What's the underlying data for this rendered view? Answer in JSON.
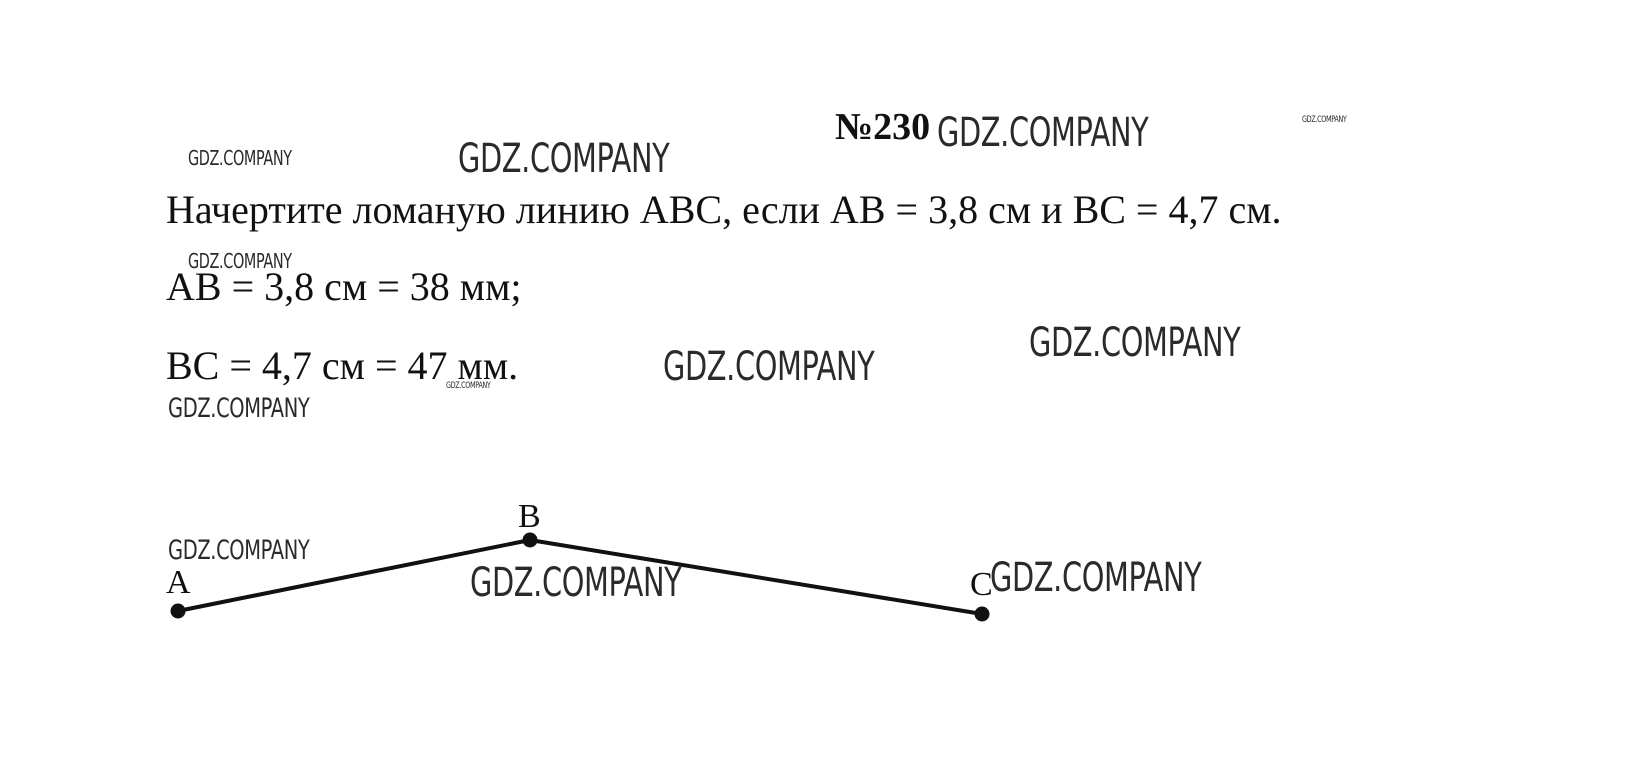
{
  "problem": {
    "number": "№230",
    "task": "Начертите ломаную линию ABC, если AB = 3,8 см и BC = 4,7 см.",
    "ab_line": "AB = 3,8 см = 38 мм;",
    "bc_line": "BC = 4,7 см  = 47 мм."
  },
  "figure": {
    "point_a": "A",
    "point_b": "B",
    "point_c": "C",
    "ab_length_mm": 38,
    "bc_length_mm": 47
  },
  "watermark": {
    "text": "GDZ.COMPANY"
  }
}
